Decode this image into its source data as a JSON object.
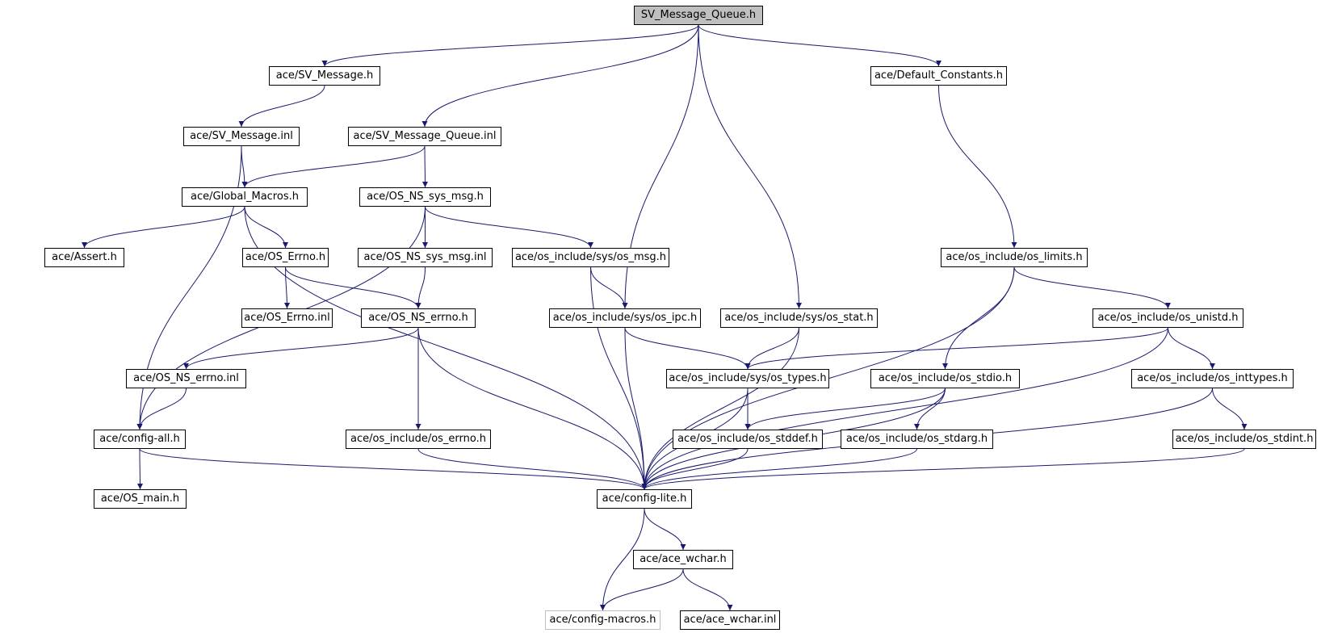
{
  "graph": {
    "edge_color": "#191970",
    "root_fill": "#bfbfbf",
    "nodes": [
      {
        "id": "root",
        "label": "SV_Message_Queue.h",
        "style": "root"
      },
      {
        "id": "svmsg",
        "label": "ace/SV_Message.h"
      },
      {
        "id": "defconst",
        "label": "ace/Default_Constants.h"
      },
      {
        "id": "svmsginl",
        "label": "ace/SV_Message.inl"
      },
      {
        "id": "svqinl",
        "label": "ace/SV_Message_Queue.inl"
      },
      {
        "id": "gmacros",
        "label": "ace/Global_Macros.h"
      },
      {
        "id": "nssysmsg",
        "label": "ace/OS_NS_sys_msg.h"
      },
      {
        "id": "assert",
        "label": "ace/Assert.h"
      },
      {
        "id": "oserrno",
        "label": "ace/OS_Errno.h"
      },
      {
        "id": "nssysmsginl",
        "label": "ace/OS_NS_sys_msg.inl"
      },
      {
        "id": "osmsg",
        "label": "ace/os_include/sys/os_msg.h"
      },
      {
        "id": "limits",
        "label": "ace/os_include/os_limits.h"
      },
      {
        "id": "oserrnoinl",
        "label": "ace/OS_Errno.inl"
      },
      {
        "id": "nserrno",
        "label": "ace/OS_NS_errno.h"
      },
      {
        "id": "osipc",
        "label": "ace/os_include/sys/os_ipc.h"
      },
      {
        "id": "osstat",
        "label": "ace/os_include/sys/os_stat.h"
      },
      {
        "id": "unistd",
        "label": "ace/os_include/os_unistd.h"
      },
      {
        "id": "nserrnoinl",
        "label": "ace/OS_NS_errno.inl"
      },
      {
        "id": "ostypes",
        "label": "ace/os_include/sys/os_types.h"
      },
      {
        "id": "stdio",
        "label": "ace/os_include/os_stdio.h"
      },
      {
        "id": "inttypes",
        "label": "ace/os_include/os_inttypes.h"
      },
      {
        "id": "configall",
        "label": "ace/config-all.h"
      },
      {
        "id": "oserrnoh",
        "label": "ace/os_include/os_errno.h"
      },
      {
        "id": "stddef",
        "label": "ace/os_include/os_stddef.h"
      },
      {
        "id": "stdarg",
        "label": "ace/os_include/os_stdarg.h"
      },
      {
        "id": "stdint",
        "label": "ace/os_include/os_stdint.h"
      },
      {
        "id": "osmain",
        "label": "ace/OS_main.h"
      },
      {
        "id": "configlite",
        "label": "ace/config-lite.h"
      },
      {
        "id": "acewchar",
        "label": "ace/ace_wchar.h"
      },
      {
        "id": "configmacros",
        "label": "ace/config-macros.h",
        "style": "faded"
      },
      {
        "id": "acewcharinl",
        "label": "ace/ace_wchar.inl"
      }
    ],
    "edges": [
      [
        "root",
        "svmsg"
      ],
      [
        "root",
        "svqinl"
      ],
      [
        "root",
        "osipc"
      ],
      [
        "root",
        "osstat"
      ],
      [
        "root",
        "defconst"
      ],
      [
        "svmsg",
        "svmsginl"
      ],
      [
        "svmsginl",
        "gmacros"
      ],
      [
        "svmsginl",
        "configall"
      ],
      [
        "svqinl",
        "gmacros"
      ],
      [
        "svqinl",
        "nssysmsg"
      ],
      [
        "defconst",
        "limits"
      ],
      [
        "gmacros",
        "assert"
      ],
      [
        "gmacros",
        "oserrno"
      ],
      [
        "gmacros",
        "configlite"
      ],
      [
        "nssysmsg",
        "nssysmsginl"
      ],
      [
        "nssysmsg",
        "osmsg"
      ],
      [
        "nssysmsg",
        "configall"
      ],
      [
        "oserrno",
        "oserrnoinl"
      ],
      [
        "oserrno",
        "nserrno"
      ],
      [
        "nssysmsginl",
        "nserrno"
      ],
      [
        "osmsg",
        "osipc"
      ],
      [
        "osmsg",
        "configlite"
      ],
      [
        "limits",
        "unistd"
      ],
      [
        "limits",
        "stdio"
      ],
      [
        "limits",
        "configlite"
      ],
      [
        "nserrno",
        "nserrnoinl"
      ],
      [
        "nserrno",
        "oserrnoh"
      ],
      [
        "nserrno",
        "configlite"
      ],
      [
        "osipc",
        "ostypes"
      ],
      [
        "osipc",
        "configlite"
      ],
      [
        "osstat",
        "ostypes"
      ],
      [
        "osstat",
        "configlite"
      ],
      [
        "unistd",
        "ostypes"
      ],
      [
        "unistd",
        "inttypes"
      ],
      [
        "unistd",
        "configlite"
      ],
      [
        "nserrnoinl",
        "configall"
      ],
      [
        "ostypes",
        "stddef"
      ],
      [
        "ostypes",
        "configlite"
      ],
      [
        "stdio",
        "stddef"
      ],
      [
        "stdio",
        "stdarg"
      ],
      [
        "stdio",
        "configlite"
      ],
      [
        "inttypes",
        "stdint"
      ],
      [
        "inttypes",
        "configlite"
      ],
      [
        "configall",
        "osmain"
      ],
      [
        "configall",
        "configlite"
      ],
      [
        "oserrnoh",
        "configlite"
      ],
      [
        "stddef",
        "configlite"
      ],
      [
        "stdarg",
        "configlite"
      ],
      [
        "stdint",
        "configlite"
      ],
      [
        "configlite",
        "acewchar"
      ],
      [
        "configlite",
        "configmacros"
      ],
      [
        "acewchar",
        "configmacros"
      ],
      [
        "acewchar",
        "acewcharinl"
      ]
    ]
  }
}
